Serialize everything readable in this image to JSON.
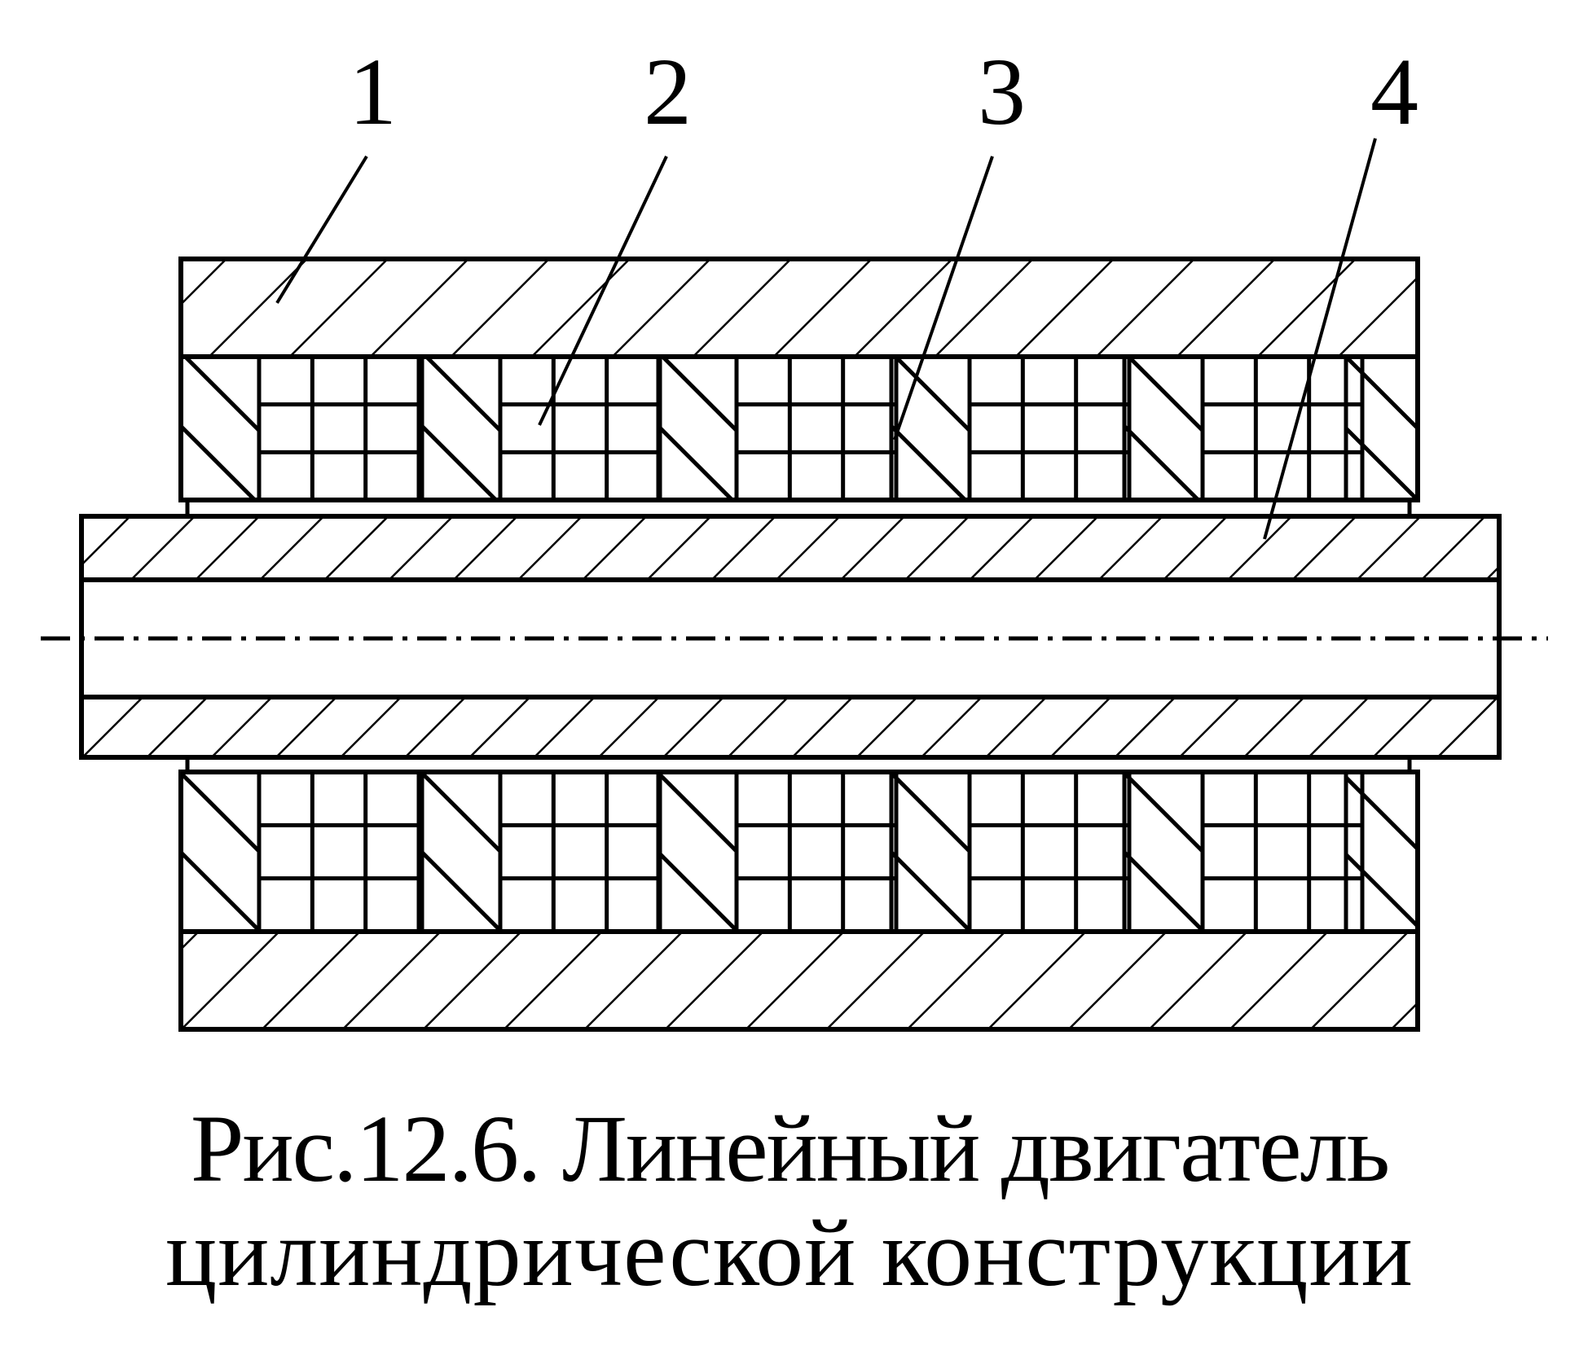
{
  "labels": [
    "1",
    "2",
    "3",
    "4"
  ],
  "caption": {
    "line1": "Рис.12.6. Линейный двигатель",
    "line2": "цилиндрической конструкции"
  },
  "colors": {
    "ink": "#000000",
    "paper": "#ffffff"
  }
}
